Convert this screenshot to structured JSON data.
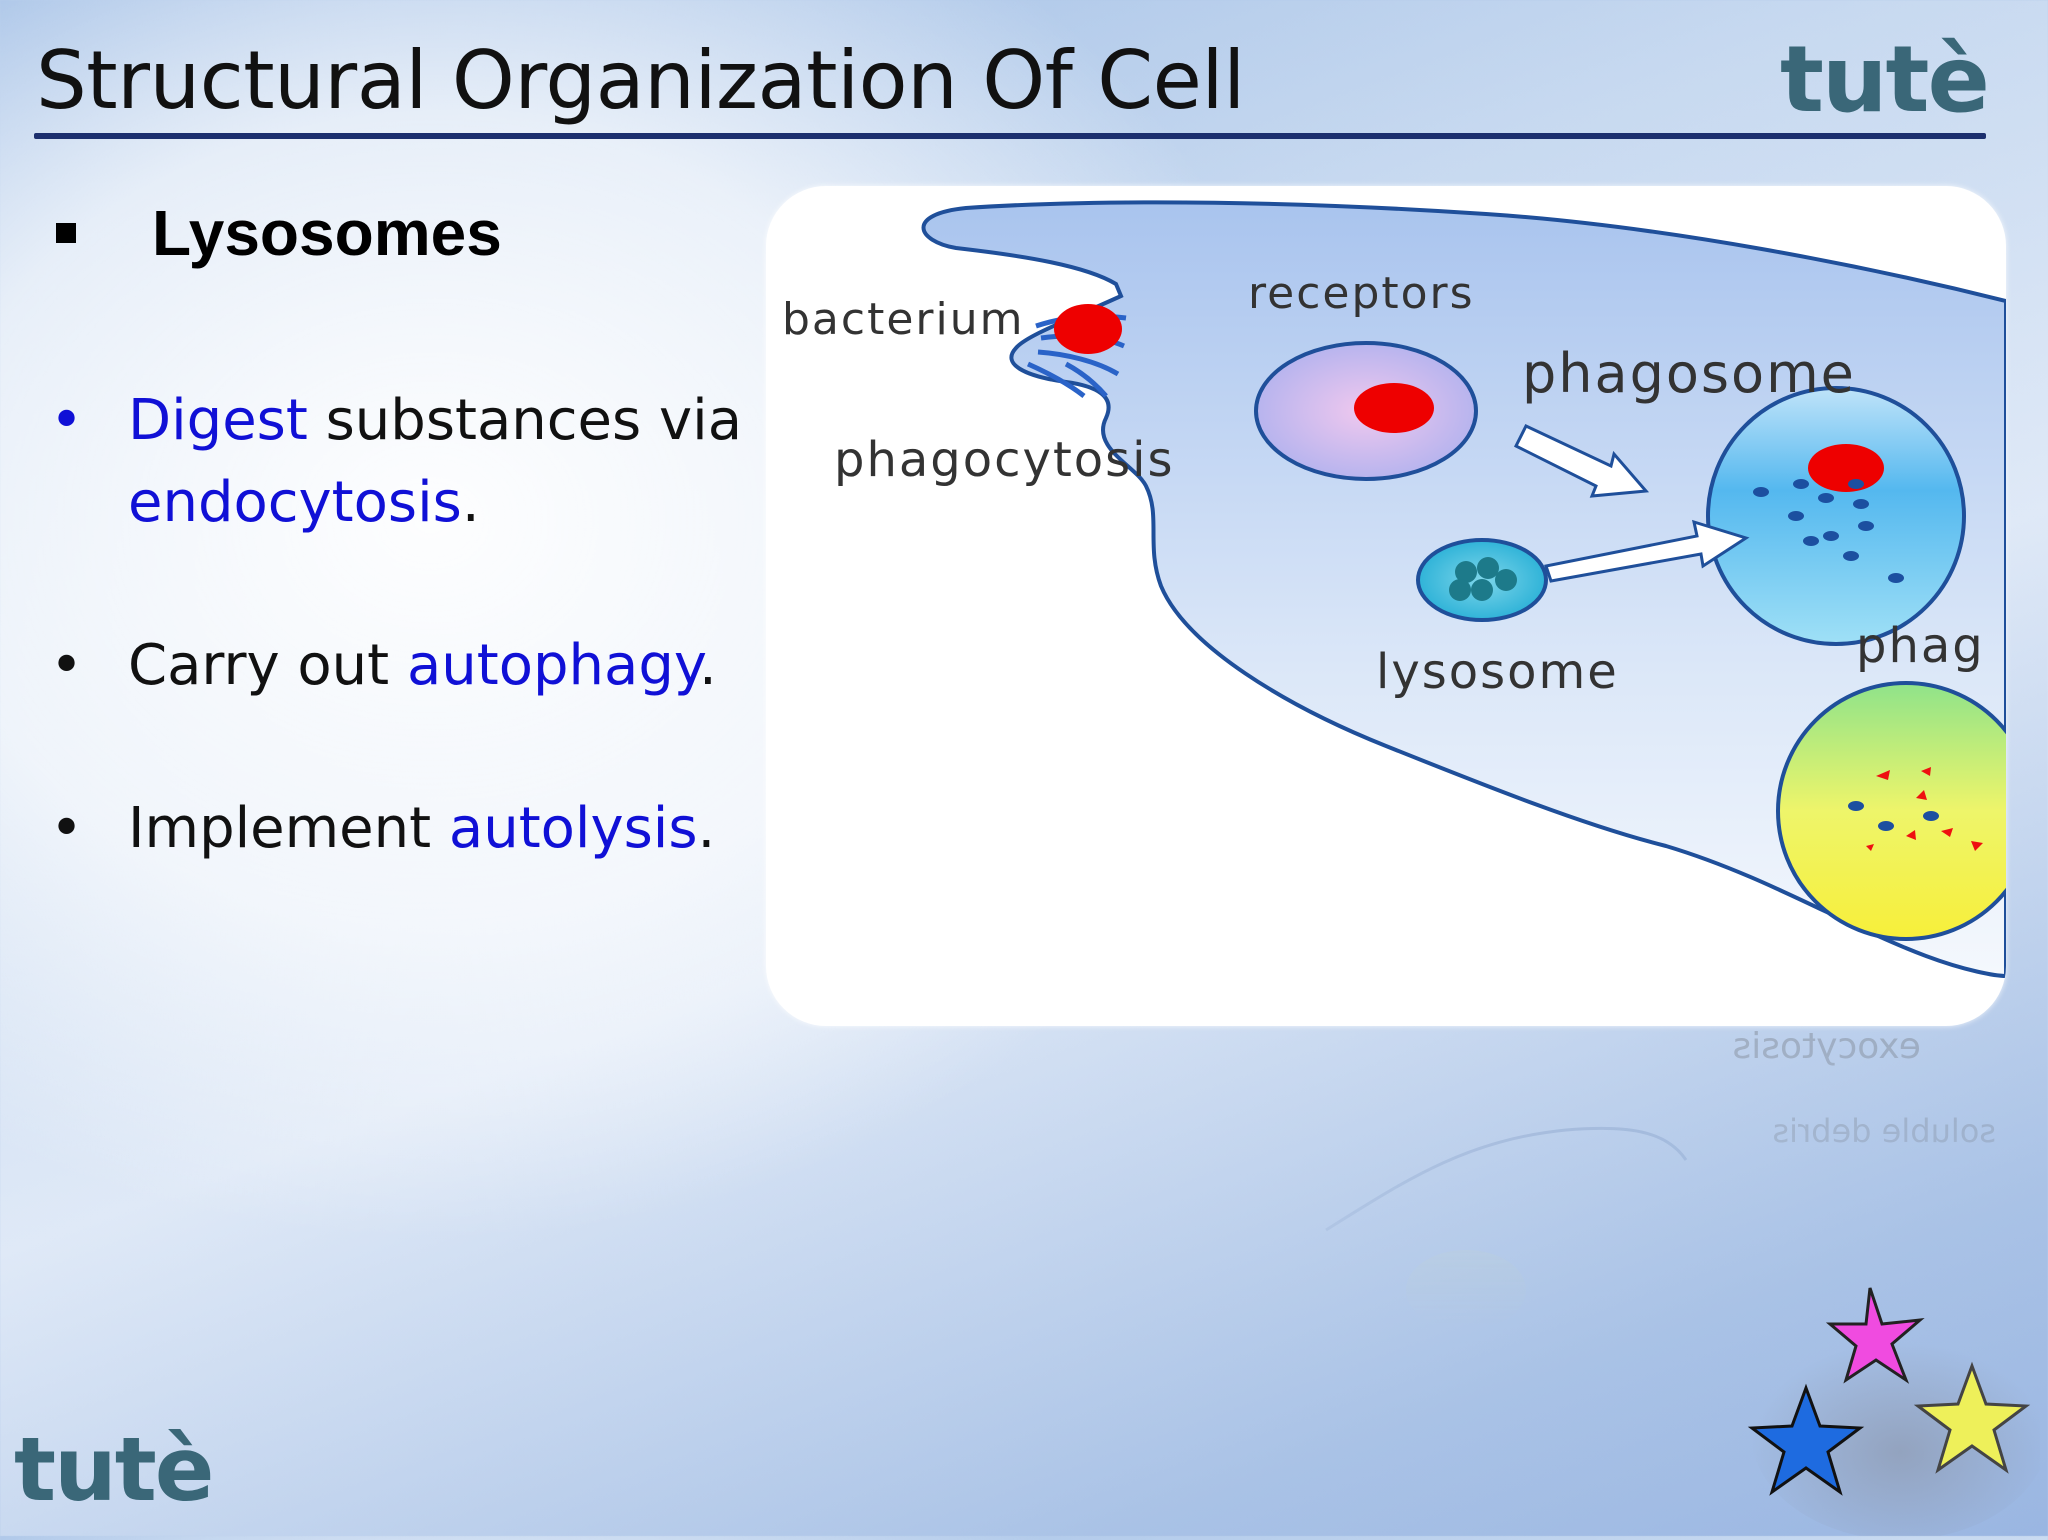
{
  "slide": {
    "title": "Structural Organization Of Cell",
    "logo_text": "tutè",
    "heading": "Lysosomes",
    "bullet_glyph": "•",
    "bullets": [
      {
        "parts": [
          {
            "text": "Digest",
            "color": "blue"
          },
          {
            "text": " substances via "
          },
          {
            "text": "endocytosis",
            "color": "blue"
          },
          {
            "text": "."
          }
        ]
      },
      {
        "parts": [
          {
            "text": "Carry out "
          },
          {
            "text": "autophagy",
            "color": "blue"
          },
          {
            "text": "."
          }
        ]
      },
      {
        "parts": [
          {
            "text": "Implement "
          },
          {
            "text": "autolysis",
            "color": "blue"
          },
          {
            "text": "."
          }
        ]
      }
    ],
    "bullet_1": {
      "line1_blue": "Digest",
      "line1_rest": " substances via",
      "line2_blue": "endocytosis",
      "line2_rest": "."
    },
    "bullet_2": {
      "prefix": "Carry out ",
      "blue": "autophagy",
      "suffix": "."
    },
    "bullet_3": {
      "prefix": "Implement ",
      "blue": "autolysis",
      "suffix": "."
    }
  },
  "diagram": {
    "labels": {
      "bacterium": "bacterium",
      "receptors": "receptors",
      "phagosome": "phagosome",
      "phagocytosis": "phagocytosis",
      "lysosome": "lysosome",
      "phag_partial": "phag"
    },
    "reflection_labels": {
      "exocytosis": "exocytosis",
      "soluble_debris": "soluble debris"
    }
  },
  "colors": {
    "accent_blue": "#1010d6",
    "title_rule": "#1c2f6e",
    "logo": "#3a6778",
    "membrane": "#1f4f9a",
    "bacterium_red": "#ee0000"
  },
  "icons": [
    "square-bullet-icon",
    "bullet-dot-icon",
    "decorative-stars-icon",
    "tute-logo"
  ]
}
